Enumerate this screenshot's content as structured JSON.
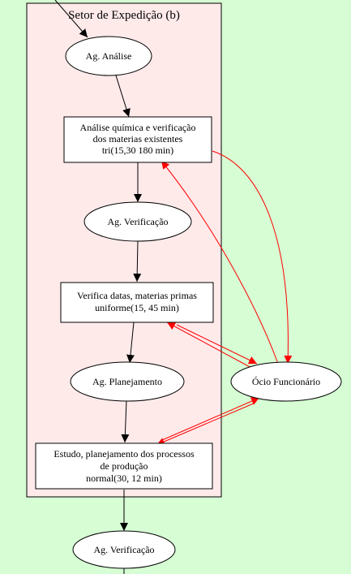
{
  "colors": {
    "page_background": "#d6fdd4",
    "cluster_fill": "#ffeaea",
    "cluster_stroke": "#000000",
    "node_fill": "#ffffff",
    "black_edge": "#000000",
    "red_edge": "#ff0000"
  },
  "diagram": {
    "cluster": {
      "title": "Setor de Expedição (b)"
    },
    "nodes": {
      "ag_analise": {
        "shape": "ellipse",
        "lines": [
          "Ag. Análise"
        ]
      },
      "analise_quimica": {
        "shape": "box",
        "lines": [
          "Análise química e verificação",
          "dos materias existentes",
          "tri(15,30 180 min)"
        ]
      },
      "ag_verificacao_1": {
        "shape": "ellipse",
        "lines": [
          "Ag. Verificação"
        ]
      },
      "verifica_datas": {
        "shape": "box",
        "lines": [
          "Verifica datas, materias primas",
          "uniforme(15, 45 min)"
        ]
      },
      "ag_planejamento": {
        "shape": "ellipse",
        "lines": [
          "Ag. Planejamento"
        ]
      },
      "estudo_planejamento": {
        "shape": "box",
        "lines": [
          "Estudo, planejamento dos processos",
          "de produção",
          "normal(30, 12 min)"
        ]
      },
      "ocio_funcionario": {
        "shape": "ellipse",
        "lines": [
          "Ócio Funcionário"
        ]
      },
      "ag_verificacao_2": {
        "shape": "ellipse",
        "lines": [
          "Ag. Verificação"
        ]
      }
    },
    "edges": [
      {
        "from": "entrada",
        "to": "ag_analise",
        "color": "black"
      },
      {
        "from": "ag_analise",
        "to": "analise_quimica",
        "color": "black"
      },
      {
        "from": "analise_quimica",
        "to": "ag_verificacao_1",
        "color": "black"
      },
      {
        "from": "ag_verificacao_1",
        "to": "verifica_datas",
        "color": "black"
      },
      {
        "from": "verifica_datas",
        "to": "ag_planejamento",
        "color": "black"
      },
      {
        "from": "ag_planejamento",
        "to": "estudo_planejamento",
        "color": "black"
      },
      {
        "from": "estudo_planejamento",
        "to": "ag_verificacao_2",
        "color": "black"
      },
      {
        "from": "ag_verificacao_2",
        "to": "saida",
        "color": "black"
      },
      {
        "from": "analise_quimica",
        "to": "ocio_funcionario",
        "color": "red"
      },
      {
        "from": "ocio_funcionario",
        "to": "analise_quimica",
        "color": "red"
      },
      {
        "from": "verifica_datas",
        "to": "ocio_funcionario",
        "color": "red"
      },
      {
        "from": "ocio_funcionario",
        "to": "verifica_datas",
        "color": "red"
      },
      {
        "from": "estudo_planejamento",
        "to": "ocio_funcionario",
        "color": "red"
      },
      {
        "from": "ocio_funcionario",
        "to": "estudo_planejamento",
        "color": "red"
      }
    ]
  }
}
